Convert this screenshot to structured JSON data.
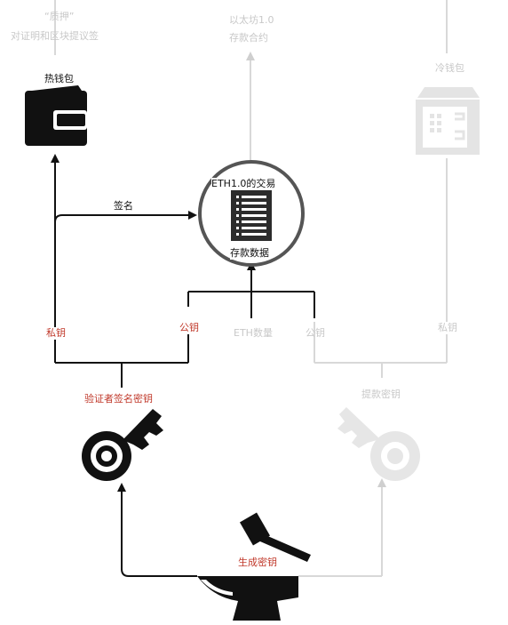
{
  "labels": {
    "top_left_1": "“质押”",
    "top_left_2": "对证明和区块提议签",
    "top_mid_1": "以太坊1.0",
    "top_mid_2": "存款合约",
    "hot_wallet": "热钱包",
    "cold_wallet": "冷钱包",
    "sign": "签名",
    "eth_tx": "ETH1.0的交易",
    "deposit_data": "存款数据",
    "private_key_left": "私钥",
    "public_key_mid": "公钥",
    "eth_amount": "ETH数量",
    "public_key_right": "公钥",
    "private_key_right": "私钥",
    "validator_key": "验证者签名密钥",
    "withdraw_key": "提款密钥",
    "generate_key": "生成密钥"
  },
  "colors": {
    "dark": "#111111",
    "red": "#c0392b",
    "faded": "#c8c8c8",
    "circle": "#555555"
  },
  "icons": [
    "wallet-icon",
    "safe-icon",
    "document-icon",
    "key-icon",
    "hammer-icon",
    "anvil-icon"
  ]
}
